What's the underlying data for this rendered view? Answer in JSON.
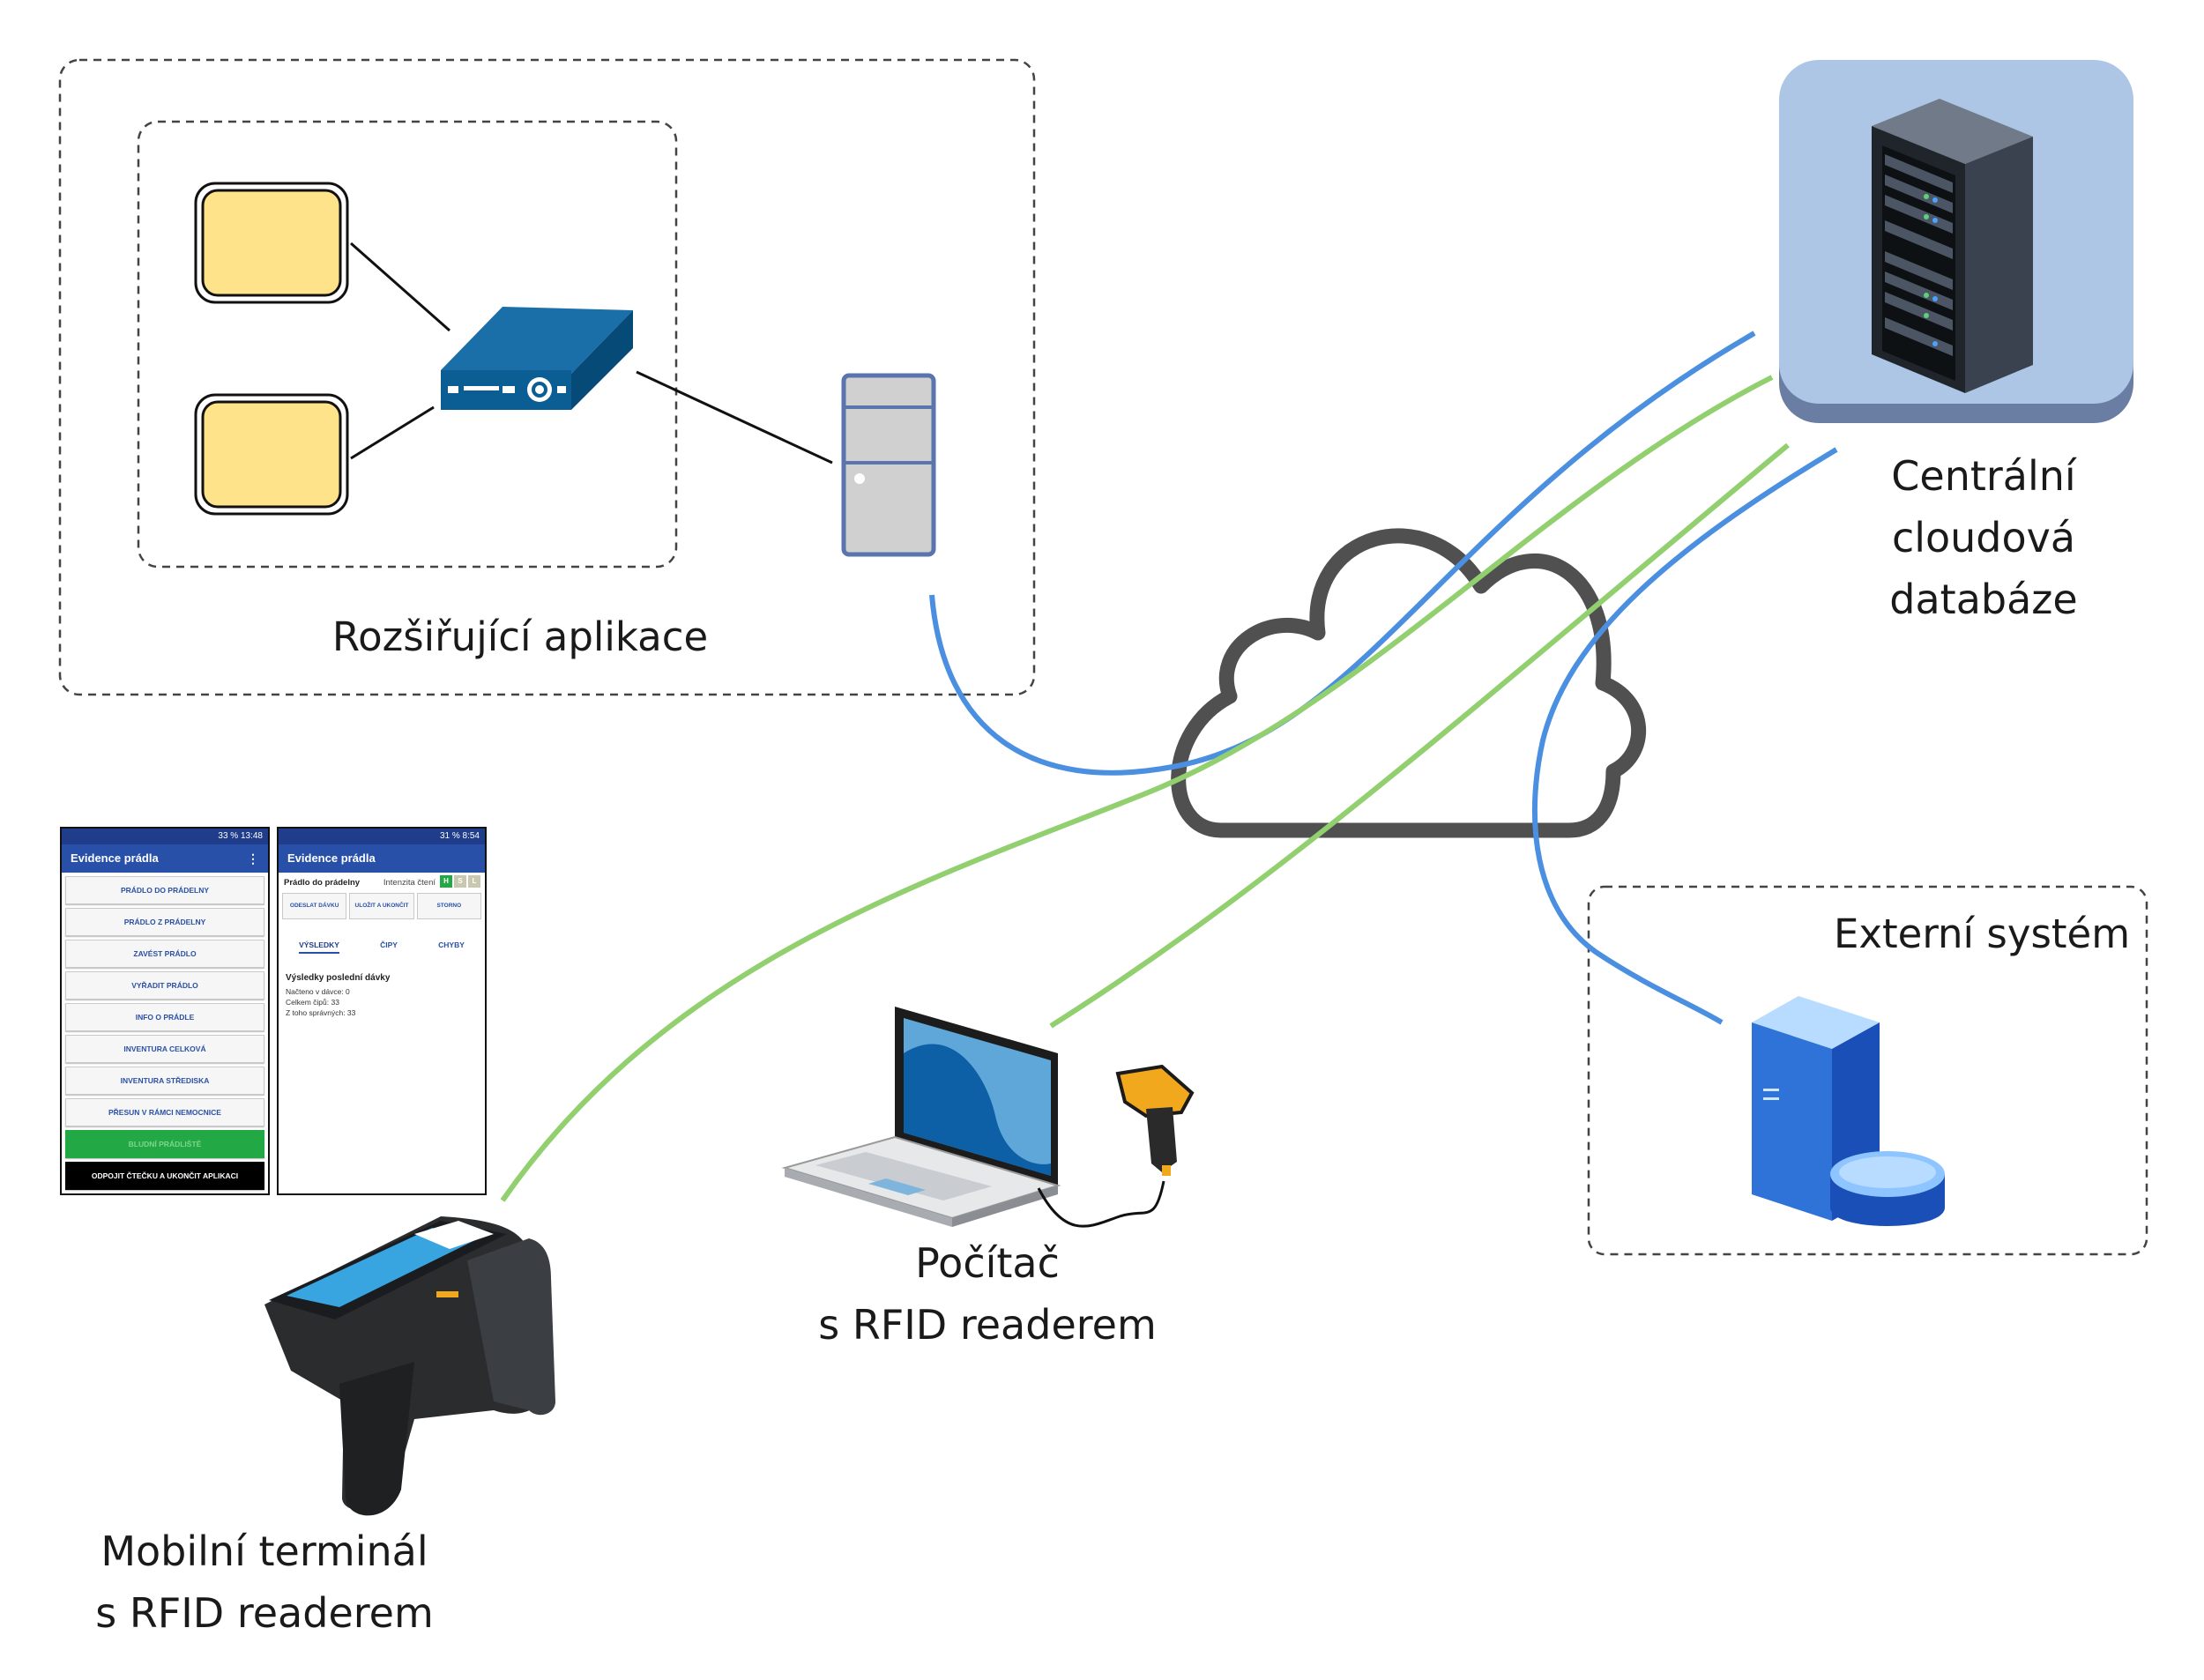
{
  "labels": {
    "extension_apps": "Rozšiřující aplikace",
    "central_db": [
      "Centrální",
      "cloudová",
      "databáze"
    ],
    "external_system": "Externí systém",
    "computer": [
      "Počítač",
      "s RFID readerem"
    ],
    "mobile_terminal": [
      "Mobilní terminál",
      "s RFID readerem"
    ]
  },
  "screen1": {
    "status": "33 % 13:48",
    "title": "Evidence prádla",
    "buttons": [
      "PRÁDLO DO PRÁDELNY",
      "PRÁDLO Z PRÁDELNY",
      "ZAVÉST PRÁDLO",
      "VYŘADIT PRÁDLO",
      "INFO O PRÁDLE",
      "INVENTURA CELKOVÁ",
      "INVENTURA STŘEDISKA",
      "PŘESUN V RÁMCI NEMOCNICE"
    ],
    "green_button": "BLUDNÍ PRÁDLIŠTĚ",
    "black_button": "ODPOJIT ČTEČKU A UKONČIT APLIKACI"
  },
  "screen2": {
    "status": "31 % 8:54",
    "title": "Evidence prádla",
    "mode": "Prádlo do prádelny",
    "intensity_label": "Intenzita čtení",
    "levels": [
      "H",
      "S",
      "L"
    ],
    "buttons": [
      "ODESLAT DÁVKU",
      "ULOŽIT A UKONČIT",
      "STORNO"
    ],
    "tabs": [
      "VÝSLEDKY",
      "ČIPY",
      "CHYBY"
    ],
    "results_title": "Výsledky poslední dávky",
    "results": [
      "Načteno v dávce: 0",
      "Celkem čipů: 33",
      "Z toho správných: 33"
    ]
  },
  "colors": {
    "blue_link": "#4a8fe0",
    "green_link": "#92cf6f",
    "cloud": "#505050",
    "tag_fill": "#ffe38a",
    "db_panel": "#adc6e6",
    "reader_blue": "#0b5e93"
  }
}
